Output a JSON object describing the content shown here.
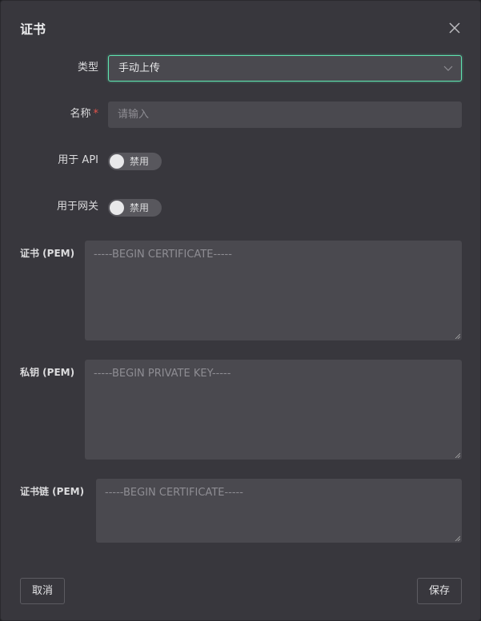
{
  "dialog": {
    "title": "证书"
  },
  "form": {
    "type": {
      "label": "类型",
      "value": "手动上传"
    },
    "name": {
      "label": "名称",
      "required_mark": "*",
      "placeholder": "请输入"
    },
    "use_api": {
      "label": "用于 API",
      "state": "禁用",
      "enabled": false
    },
    "use_gateway": {
      "label": "用于网关",
      "state": "禁用",
      "enabled": false
    },
    "cert": {
      "label": "证书 (PEM)",
      "placeholder": "-----BEGIN CERTIFICATE-----"
    },
    "key": {
      "label": "私钥 (PEM)",
      "placeholder": "-----BEGIN PRIVATE KEY-----"
    },
    "chain": {
      "label": "证书链 (PEM)",
      "placeholder": "-----BEGIN CERTIFICATE-----"
    }
  },
  "footer": {
    "cancel": "取消",
    "save": "保存"
  },
  "colors": {
    "accent": "#5fe3b0",
    "background": "#38373d",
    "field": "#4a494f"
  }
}
